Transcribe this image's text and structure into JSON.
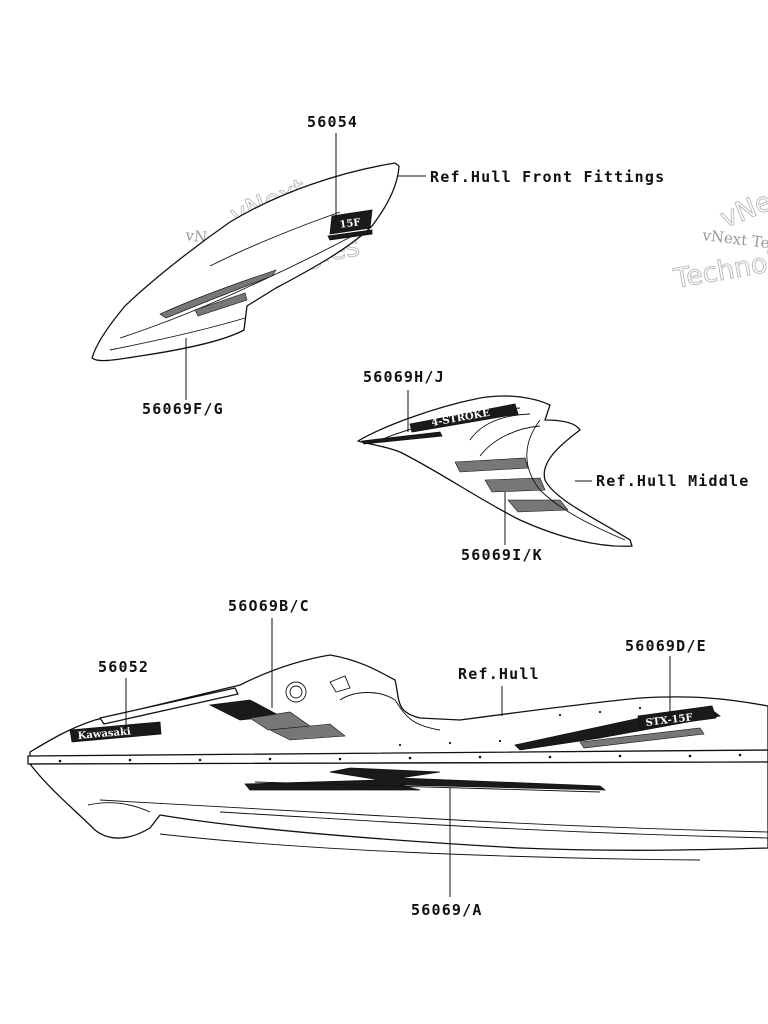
{
  "labels": {
    "p56054": "56054",
    "ref_front": "Ref.Hull Front Fittings",
    "p56069FG": "56069F/G",
    "p56069HJ": "56069H/J",
    "ref_middle": "Ref.Hull Middle",
    "p56069IK": "56069I/K",
    "p56069BC": "56O69B/C",
    "p56052": "56052",
    "ref_hull": "Ref.Hull",
    "p56069DE": "56069D/E",
    "p56069A": "56069/A"
  },
  "watermarks": {
    "small": "vNext Technologies",
    "line1": "vNext",
    "line2": "Technologies"
  },
  "decal_text": {
    "brand": "Kawasaki",
    "stroke": "4-STROKE",
    "model": "STX-15F",
    "badge": "15F"
  }
}
